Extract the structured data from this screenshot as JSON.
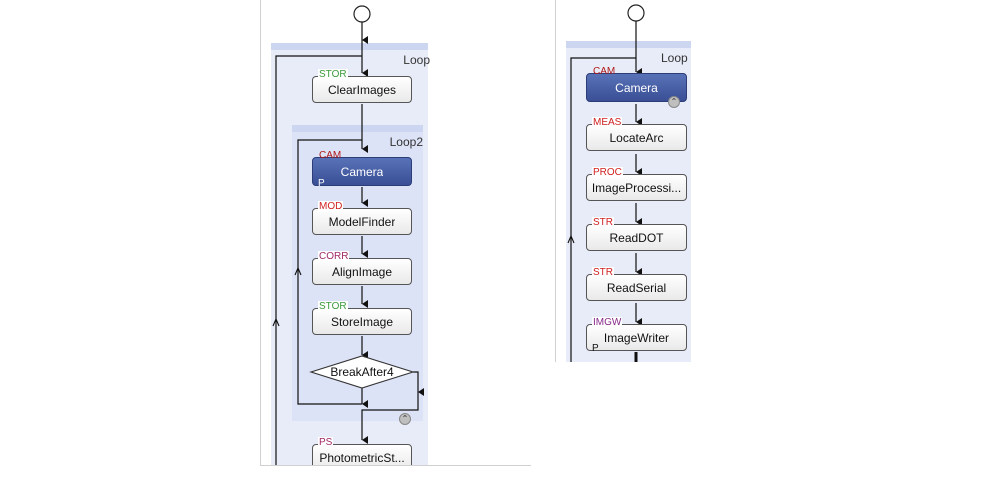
{
  "left_flow": {
    "outer_loop_label": "Loop",
    "inner_loop_label": "Loop2",
    "nodes": [
      {
        "tag": "STOR",
        "name": "ClearImages"
      },
      {
        "tag": "CAM",
        "name": "Camera",
        "flag": "P"
      },
      {
        "tag": "MOD",
        "name": "ModelFinder"
      },
      {
        "tag": "CORR",
        "name": "AlignImage"
      },
      {
        "tag": "STOR",
        "name": "StoreImage"
      },
      {
        "name": "BreakAfter4"
      },
      {
        "tag": "PS",
        "name": "PhotometricSt..."
      }
    ]
  },
  "right_flow": {
    "loop_label": "Loop",
    "nodes": [
      {
        "tag": "CAM",
        "name": "Camera"
      },
      {
        "tag": "MEAS",
        "name": "LocateArc"
      },
      {
        "tag": "PROC",
        "name": "ImageProcessi..."
      },
      {
        "tag": "STR",
        "name": "ReadDOT"
      },
      {
        "tag": "STR",
        "name": "ReadSerial"
      },
      {
        "tag": "IMGW",
        "name": "ImageWriter",
        "flag": "P"
      }
    ]
  },
  "colors": {
    "selected_node": "#3f56a0",
    "loop_region": "#e8ecf8",
    "tag_red": "#d02020",
    "tag_green": "#3a9a3a",
    "tag_purple": "#a02868"
  }
}
